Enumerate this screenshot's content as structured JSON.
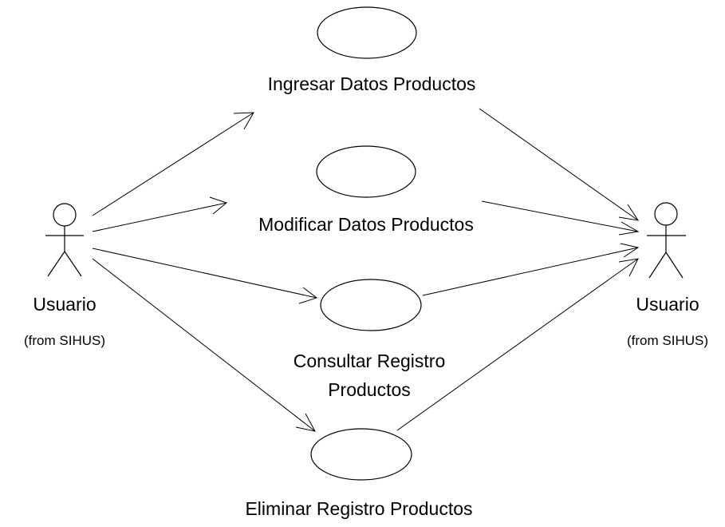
{
  "actors": {
    "left": {
      "name": "Usuario",
      "from": "(from SIHUS)"
    },
    "right": {
      "name": "Usuario",
      "from": "(from SIHUS)"
    }
  },
  "use_cases": [
    {
      "lines": [
        "Ingresar Datos Productos"
      ]
    },
    {
      "lines": [
        "Modificar Datos Productos"
      ]
    },
    {
      "lines": [
        "Consultar Registro",
        "Productos"
      ]
    },
    {
      "lines": [
        "Eliminar Registro Productos"
      ]
    }
  ]
}
